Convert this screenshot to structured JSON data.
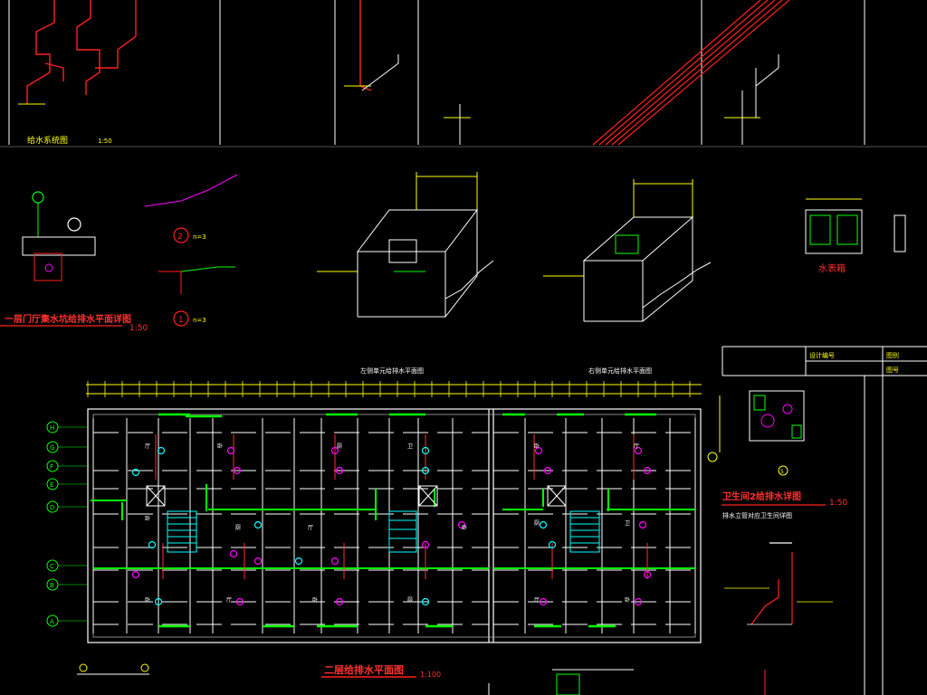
{
  "titles": {
    "riser_diagram": "给水系统图",
    "riser_scale": "1:50",
    "ground_detail": "一层门厅集水坑给排水平面详图",
    "ground_detail_scale": "1:50",
    "tank": "水表箱",
    "plan_header_left": "左侧单元给排水平面图",
    "plan_header_right": "右侧单元给排水平面图",
    "bath_detail": "卫生间2给排水详图",
    "bath_detail_scale": "1:50",
    "bath_subtitle": "排水立管对应卫生间详图",
    "floor_plan": "二层给排水平面图",
    "floor_plan_scale": "1:100"
  },
  "markers": {
    "m1": "1",
    "m1_sub": "n=3",
    "m2": "2",
    "m2_sub": "n=3",
    "m5": "5"
  },
  "axes": [
    "H",
    "G",
    "F",
    "E",
    "D",
    "C",
    "B",
    "A"
  ],
  "rooms": [
    "厅",
    "卧",
    "厨",
    "卫",
    "卧",
    "厅",
    "卧",
    "厨"
  ],
  "title_block": [
    "设计编号",
    "图别",
    "图号"
  ],
  "colors": {
    "background": "#000000",
    "wall": "#ffffff",
    "pipe_green": "#00ff00",
    "pipe_red": "#ff0000",
    "fixture_magenta": "#ff00ff",
    "cyan": "#00ffff",
    "dim_yellow": "#ffff00"
  }
}
